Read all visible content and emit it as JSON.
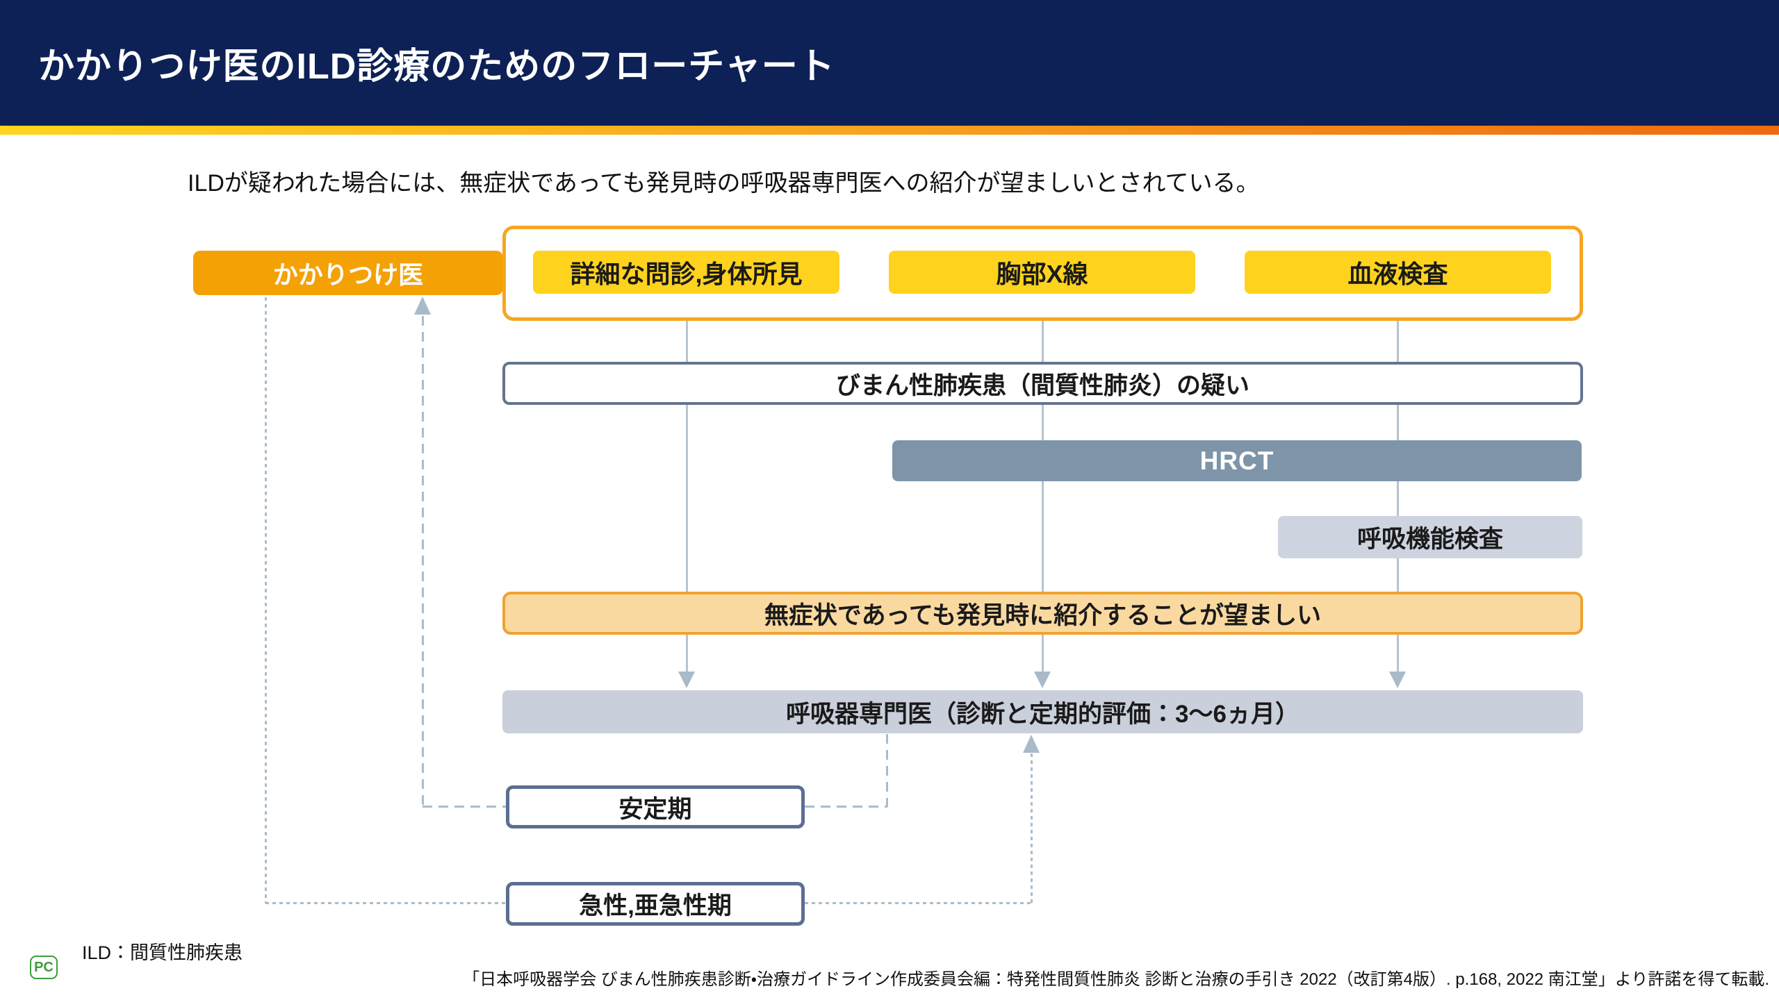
{
  "header": {
    "title": "かかりつけ医のILD診療のためのフローチャート"
  },
  "intro": "ILDが疑われた場合には、無症状であっても発見時の呼吸器専門医への紹介が望ましいとされている。",
  "flowchart": {
    "primary_care": "かかりつけ医",
    "exams": [
      "詳細な問診,身体所見",
      "胸部X線",
      "血液検査"
    ],
    "suspicion": "びまん性肺疾患（間質性肺炎）の疑い",
    "hrct": "HRCT",
    "pulmonary_function_test": "呼吸機能検査",
    "recommendation": "無症状であっても発見時に紹介することが望ましい",
    "specialist": "呼吸器専門医（診断と定期的評価：3〜6ヵ月）",
    "stable_phase": "安定期",
    "acute_phase": "急性,亜急性期"
  },
  "footnote": "ILD：間質性肺疾患",
  "citation": "「日本呼吸器学会 びまん性肺疾患診断・治療ガイドライン作成委員会編：特発性間質性肺炎 診断と治療の手引き 2022（改訂第4版）. p.168, 2022 南江堂」より許諾を得て転載.",
  "logo_text": "PC",
  "colors": {
    "header_navy": "#0D2156",
    "accent_yellow": "#FFD51E",
    "accent_orange": "#F1690E",
    "primary_care_orange": "#F4A106",
    "exam_yellow": "#FFD21E",
    "container_border_orange": "#F5A623",
    "hrct_slate": "#7E95A9",
    "gray_box": "#C9CFDB",
    "peach_fill": "#FAD9A0",
    "peach_border": "#F0A230",
    "navy_box_border": "#5C6E91",
    "connector_gray": "#A9BCCB",
    "logo_green": "#3C9C3C"
  }
}
